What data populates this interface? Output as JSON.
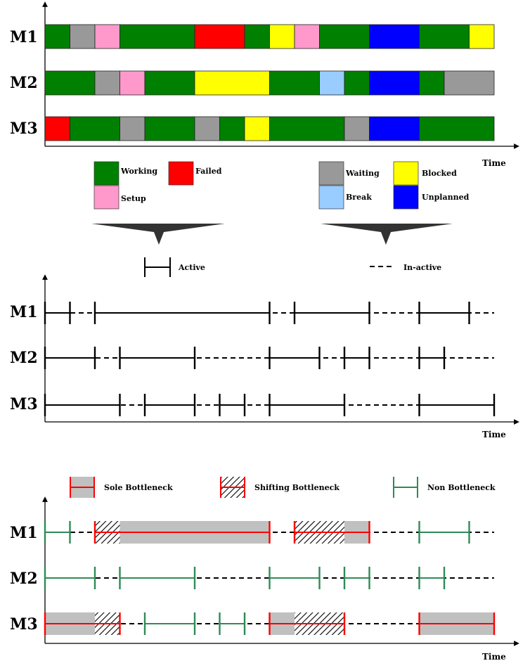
{
  "machines": [
    "M1",
    "M2",
    "M3"
  ],
  "time_label": "Time",
  "state_colors": {
    "working": "#008000",
    "failed": "#ff0000",
    "setup": "#ff99cc",
    "waiting": "#999999",
    "break": "#99ccff",
    "blocked": "#ffff00",
    "unplanned": "#0000ff"
  },
  "state_legend": [
    {
      "state": "working",
      "label": "Working"
    },
    {
      "state": "failed",
      "label": "Failed"
    },
    {
      "state": "setup",
      "label": "Setup"
    },
    {
      "state": "waiting",
      "label": "Waiting"
    },
    {
      "state": "break",
      "label": "Break"
    },
    {
      "state": "blocked",
      "label": "Blocked"
    },
    {
      "state": "unplanned",
      "label": "Unplanned"
    }
  ],
  "states_timeline": [
    [
      [
        "working",
        0,
        1
      ],
      [
        "waiting",
        1,
        2
      ],
      [
        "setup",
        2,
        3
      ],
      [
        "working",
        3,
        6
      ],
      [
        "failed",
        6,
        8
      ],
      [
        "working",
        8,
        9
      ],
      [
        "blocked",
        9,
        10
      ],
      [
        "setup",
        10,
        11
      ],
      [
        "working",
        11,
        13
      ],
      [
        "unplanned",
        13,
        15
      ],
      [
        "working",
        15,
        17
      ],
      [
        "blocked",
        17,
        18
      ]
    ],
    [
      [
        "working",
        0,
        2
      ],
      [
        "waiting",
        2,
        3
      ],
      [
        "setup",
        3,
        4
      ],
      [
        "working",
        4,
        6
      ],
      [
        "blocked",
        6,
        9
      ],
      [
        "working",
        9,
        11
      ],
      [
        "break",
        11,
        12
      ],
      [
        "working",
        12,
        13
      ],
      [
        "unplanned",
        13,
        15
      ],
      [
        "working",
        15,
        16
      ],
      [
        "waiting",
        16,
        18
      ]
    ],
    [
      [
        "failed",
        0,
        1
      ],
      [
        "working",
        1,
        3
      ],
      [
        "waiting",
        3,
        4
      ],
      [
        "working",
        4,
        6
      ],
      [
        "waiting",
        6,
        7
      ],
      [
        "working",
        7,
        8
      ],
      [
        "blocked",
        8,
        9
      ],
      [
        "working",
        9,
        12
      ],
      [
        "waiting",
        12,
        13
      ],
      [
        "unplanned",
        13,
        15
      ],
      [
        "working",
        15,
        18
      ]
    ]
  ],
  "activity_legend": {
    "active": "Active",
    "inactive": "In-active"
  },
  "active_segments": [
    [
      [
        0,
        1
      ],
      [
        2,
        9
      ],
      [
        10,
        13
      ],
      [
        15,
        17
      ]
    ],
    [
      [
        0,
        2
      ],
      [
        3,
        6
      ],
      [
        9,
        11
      ],
      [
        12,
        13
      ],
      [
        15,
        16
      ]
    ],
    [
      [
        0,
        3
      ],
      [
        4,
        6
      ],
      [
        7,
        8
      ],
      [
        9,
        12
      ],
      [
        15,
        18
      ]
    ]
  ],
  "activity_ticks": [
    [
      0,
      1,
      2,
      9,
      10,
      13,
      15,
      17
    ],
    [
      0,
      2,
      3,
      6,
      9,
      11,
      12,
      13,
      15,
      16
    ],
    [
      0,
      3,
      4,
      6,
      7,
      8,
      9,
      12,
      15,
      18
    ]
  ],
  "bottleneck_colors": {
    "sole": "#ff0000",
    "shifting": "#ff0000",
    "non": "#2e8b57",
    "shade": "#c0c0c0"
  },
  "bottleneck_legend": {
    "sole": "Sole Bottleneck",
    "shifting": "Shifting Bottleneck",
    "non": "Non Bottleneck"
  },
  "bottleneck_segments": [
    [
      [
        "non",
        0,
        1
      ],
      [
        "shifting",
        2,
        3
      ],
      [
        "sole",
        3,
        9
      ],
      [
        "shifting",
        10,
        12
      ],
      [
        "sole",
        12,
        13
      ],
      [
        "non",
        15,
        17
      ]
    ],
    [
      [
        "non",
        0,
        2
      ],
      [
        "non",
        3,
        6
      ],
      [
        "non",
        9,
        11
      ],
      [
        "non",
        12,
        13
      ],
      [
        "non",
        15,
        16
      ]
    ],
    [
      [
        "sole",
        0,
        2
      ],
      [
        "shifting",
        2,
        3
      ],
      [
        "non",
        4,
        6
      ],
      [
        "non",
        7,
        8
      ],
      [
        "sole",
        9,
        10
      ],
      [
        "shifting",
        10,
        12
      ],
      [
        "sole",
        15,
        18
      ]
    ]
  ],
  "bottleneck_ticks": [
    [
      [
        "non",
        0
      ],
      [
        "non",
        1
      ],
      [
        "red",
        2
      ],
      [
        "red",
        9
      ],
      [
        "red",
        10
      ],
      [
        "red",
        13
      ],
      [
        "non",
        15
      ],
      [
        "non",
        17
      ]
    ],
    [
      [
        "non",
        0
      ],
      [
        "non",
        2
      ],
      [
        "non",
        3
      ],
      [
        "non",
        6
      ],
      [
        "non",
        9
      ],
      [
        "non",
        11
      ],
      [
        "non",
        12
      ],
      [
        "non",
        13
      ],
      [
        "non",
        15
      ],
      [
        "non",
        16
      ]
    ],
    [
      [
        "red",
        0
      ],
      [
        "red",
        3
      ],
      [
        "non",
        4
      ],
      [
        "non",
        6
      ],
      [
        "non",
        7
      ],
      [
        "non",
        8
      ],
      [
        "red",
        9
      ],
      [
        "red",
        12
      ],
      [
        "red",
        15
      ],
      [
        "red",
        18
      ]
    ]
  ]
}
